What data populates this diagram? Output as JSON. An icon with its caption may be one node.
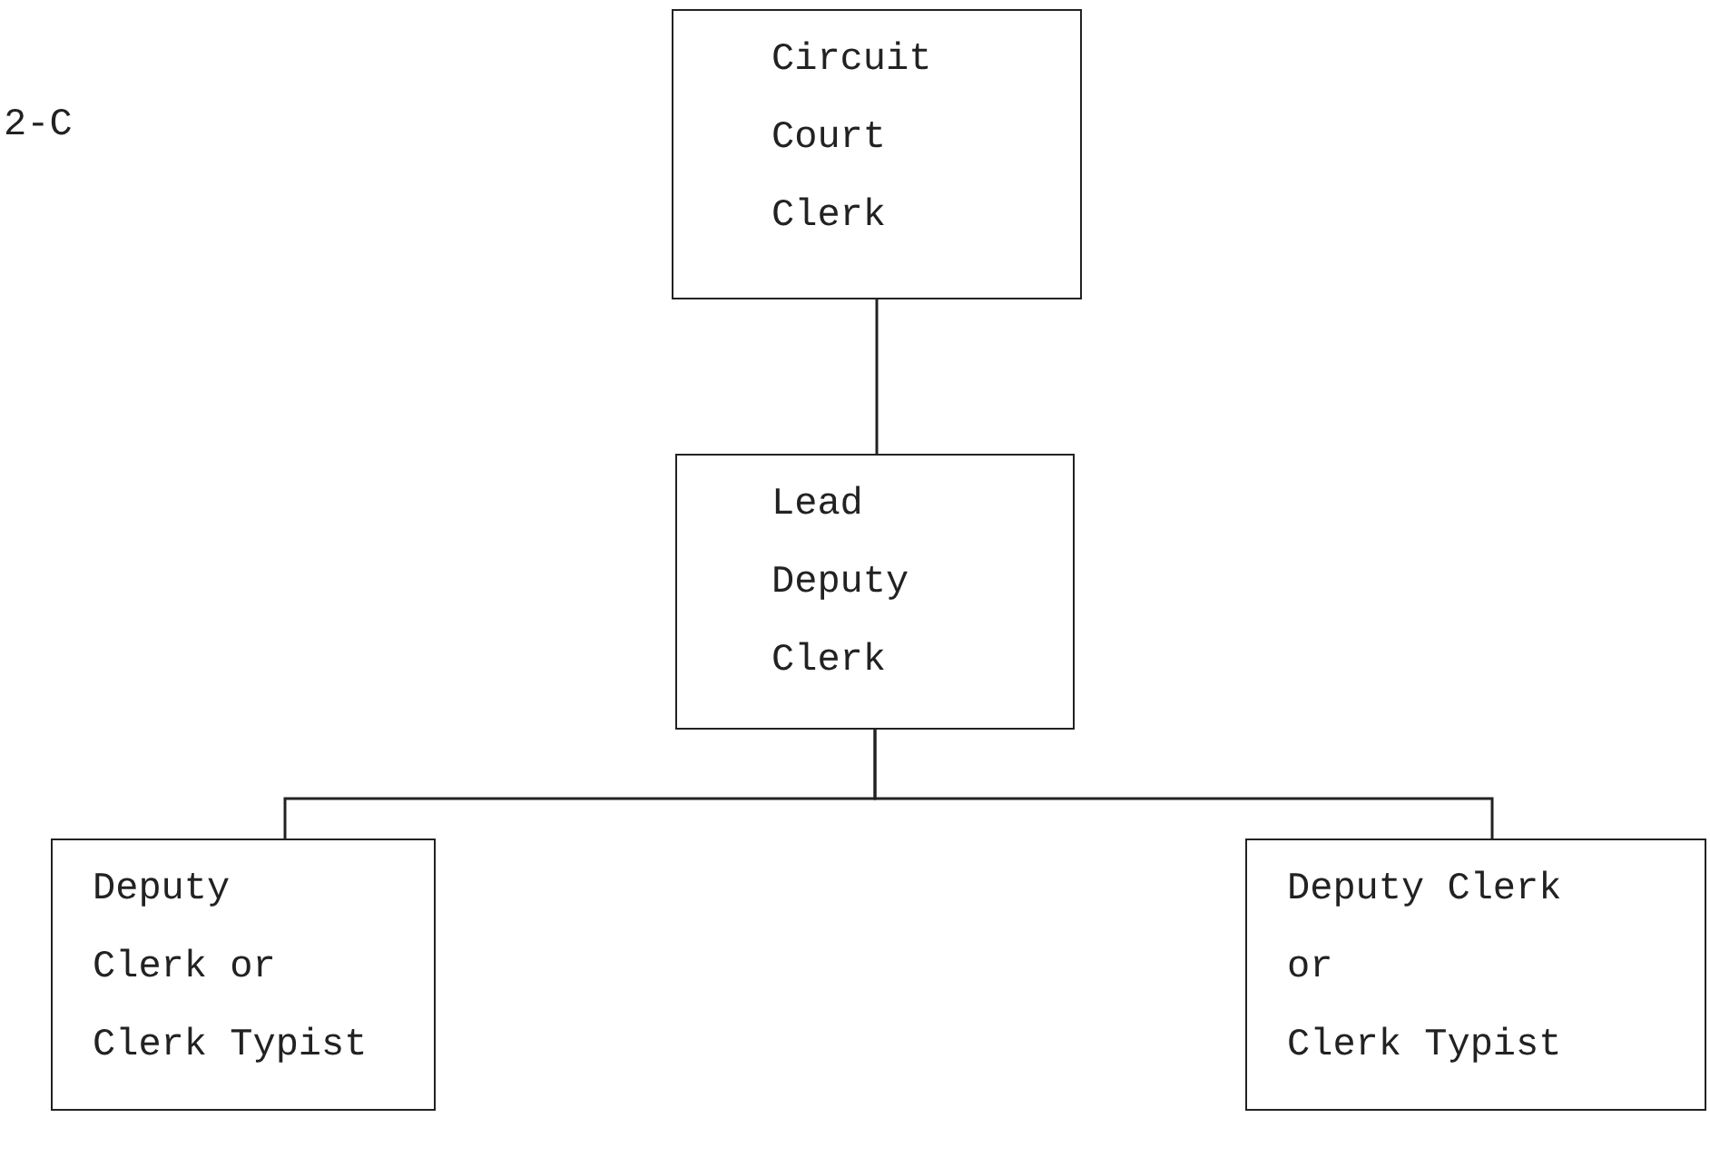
{
  "diagram": {
    "nodes": [
      {
        "text": [
          "Circuit Court Clerk"
        ]
      },
      {
        "text": [
          "Lead Deputy Clerk"
        ]
      },
      {
        "text": [
          "Deputy Clerk or Clerk Typist"
        ]
      },
      {
        "text": [
          "Deputy Clerk or Clerk Typist"
        ]
      }
    ],
    "edges": [
      {
        "from": 0,
        "to": 1,
        "arrow": "none"
      },
      {
        "from": 1,
        "to": 2,
        "arrow": "none"
      },
      {
        "from": 1,
        "to": 3,
        "arrow": "none"
      }
    ],
    "labels": [
      "2-C"
    ]
  }
}
